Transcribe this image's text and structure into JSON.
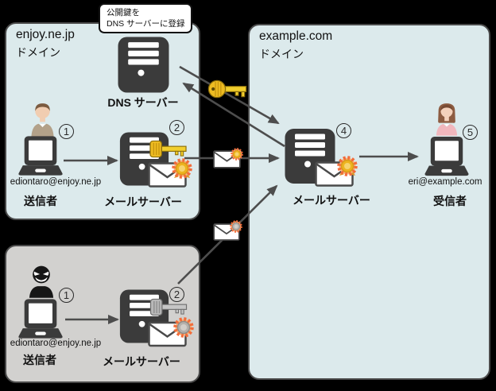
{
  "colors": {
    "background": "#000000",
    "domain_box_fill": "#dceaec",
    "spoof_box_fill": "#d2d1cf",
    "box_border": "#4a4a4a",
    "server_icon": "#3b3b3b",
    "arrow": "#4d4d4d",
    "gold_key": "#eebc22",
    "gray_key": "#b9b9b9",
    "seal_spikes": "#f26c3a",
    "seal_center_valid": "#edb41f",
    "seal_center_invalid": "#b5b1ac"
  },
  "callout": {
    "line1": "公開鍵を",
    "line2": "DNS サーバーに登録"
  },
  "enjoy": {
    "domain": "enjoy.ne.jp",
    "domain_word": "ドメイン",
    "dns_label": "DNS サーバー",
    "sender_step": "1",
    "sender_email": "ediontaro@enjoy.ne.jp",
    "sender_label": "送信者",
    "server_step": "2",
    "server_label": "メールサーバー"
  },
  "example": {
    "domain": "example.com",
    "domain_word": "ドメイン",
    "server_step": "4",
    "server_label": "メールサーバー",
    "receiver_step": "5",
    "receiver_email": "eri@example.com",
    "receiver_label": "受信者"
  },
  "spoofed": {
    "sender_step": "1",
    "sender_email": "ediontaro@enjoy.ne.jp",
    "sender_label": "送信者",
    "server_step": "2",
    "server_label": "メールサーバー"
  }
}
